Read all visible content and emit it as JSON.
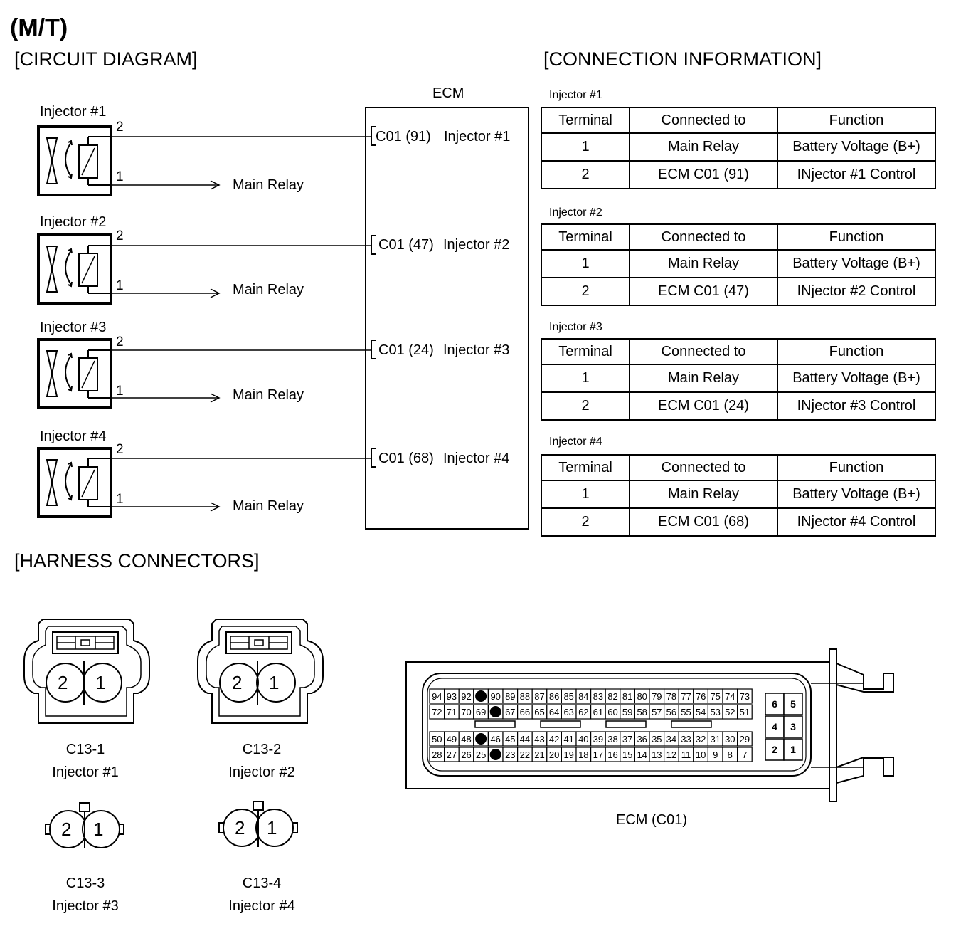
{
  "mode_title": "(M/T)",
  "sections": {
    "circuit": "[CIRCUIT DIAGRAM]",
    "connection": "[CONNECTION INFORMATION]",
    "harness": "[HARNESS CONNECTORS]"
  },
  "ecm_label": "ECM",
  "injectors": [
    {
      "name": "Injector #1",
      "pin2": "2",
      "pin1": "1",
      "to": "Main Relay",
      "ecm_pin": "C01 (91)",
      "ecm_func": "Injector #1"
    },
    {
      "name": "Injector #2",
      "pin2": "2",
      "pin1": "1",
      "to": "Main Relay",
      "ecm_pin": "C01 (47)",
      "ecm_func": "Injector #2"
    },
    {
      "name": "Injector #3",
      "pin2": "2",
      "pin1": "1",
      "to": "Main Relay",
      "ecm_pin": "C01 (24)",
      "ecm_func": "Injector #3"
    },
    {
      "name": "Injector #4",
      "pin2": "2",
      "pin1": "1",
      "to": "Main Relay",
      "ecm_pin": "C01 (68)",
      "ecm_func": "Injector #4"
    }
  ],
  "tables": [
    {
      "title": "Injector #1",
      "headers": [
        "Terminal",
        "Connected to",
        "Function"
      ],
      "rows": [
        [
          "1",
          "Main Relay",
          "Battery Voltage (B+)"
        ],
        [
          "2",
          "ECM C01 (91)",
          "INjector #1 Control"
        ]
      ]
    },
    {
      "title": "Injector #2",
      "headers": [
        "Terminal",
        "Connected to",
        "Function"
      ],
      "rows": [
        [
          "1",
          "Main Relay",
          "Battery Voltage (B+)"
        ],
        [
          "2",
          "ECM C01 (47)",
          "INjector #2 Control"
        ]
      ]
    },
    {
      "title": "Injector #3",
      "headers": [
        "Terminal",
        "Connected to",
        "Function"
      ],
      "rows": [
        [
          "1",
          "Main Relay",
          "Battery Voltage (B+)"
        ],
        [
          "2",
          "ECM C01 (24)",
          "INjector #3 Control"
        ]
      ]
    },
    {
      "title": "Injector #4",
      "headers": [
        "Terminal",
        "Connected to",
        "Function"
      ],
      "rows": [
        [
          "1",
          "Main Relay",
          "Battery Voltage (B+)"
        ],
        [
          "2",
          "ECM C01 (68)",
          "INjector #4 Control"
        ]
      ]
    }
  ],
  "connectors": [
    {
      "id": "C13-1",
      "name": "Injector #1",
      "pins": [
        "2",
        "1"
      ]
    },
    {
      "id": "C13-2",
      "name": "Injector #2",
      "pins": [
        "2",
        "1"
      ]
    },
    {
      "id": "C13-3",
      "name": "Injector #3",
      "pins": [
        "2",
        "1"
      ]
    },
    {
      "id": "C13-4",
      "name": "Injector #4",
      "pins": [
        "2",
        "1"
      ]
    }
  ],
  "ecm_connector": {
    "label": "ECM  (C01)",
    "row1": [
      "94",
      "93",
      "92",
      "*",
      "90",
      "89",
      "88",
      "87",
      "86",
      "85",
      "84",
      "83",
      "82",
      "81",
      "80",
      "79",
      "78",
      "77",
      "76",
      "75",
      "74",
      "73"
    ],
    "row2": [
      "72",
      "71",
      "70",
      "69",
      "*",
      "67",
      "66",
      "65",
      "64",
      "63",
      "62",
      "61",
      "60",
      "59",
      "58",
      "57",
      "56",
      "55",
      "54",
      "53",
      "52",
      "51"
    ],
    "row3": [
      "50",
      "49",
      "48",
      "*",
      "46",
      "45",
      "44",
      "43",
      "42",
      "41",
      "40",
      "39",
      "38",
      "37",
      "36",
      "35",
      "34",
      "33",
      "32",
      "31",
      "30",
      "29"
    ],
    "row4": [
      "28",
      "27",
      "26",
      "25",
      "*",
      "23",
      "22",
      "21",
      "20",
      "19",
      "18",
      "17",
      "16",
      "15",
      "14",
      "13",
      "12",
      "11",
      "10",
      "9",
      "8",
      "7"
    ],
    "small": [
      [
        "6",
        "5"
      ],
      [
        "4",
        "3"
      ],
      [
        "2",
        "1"
      ]
    ]
  }
}
